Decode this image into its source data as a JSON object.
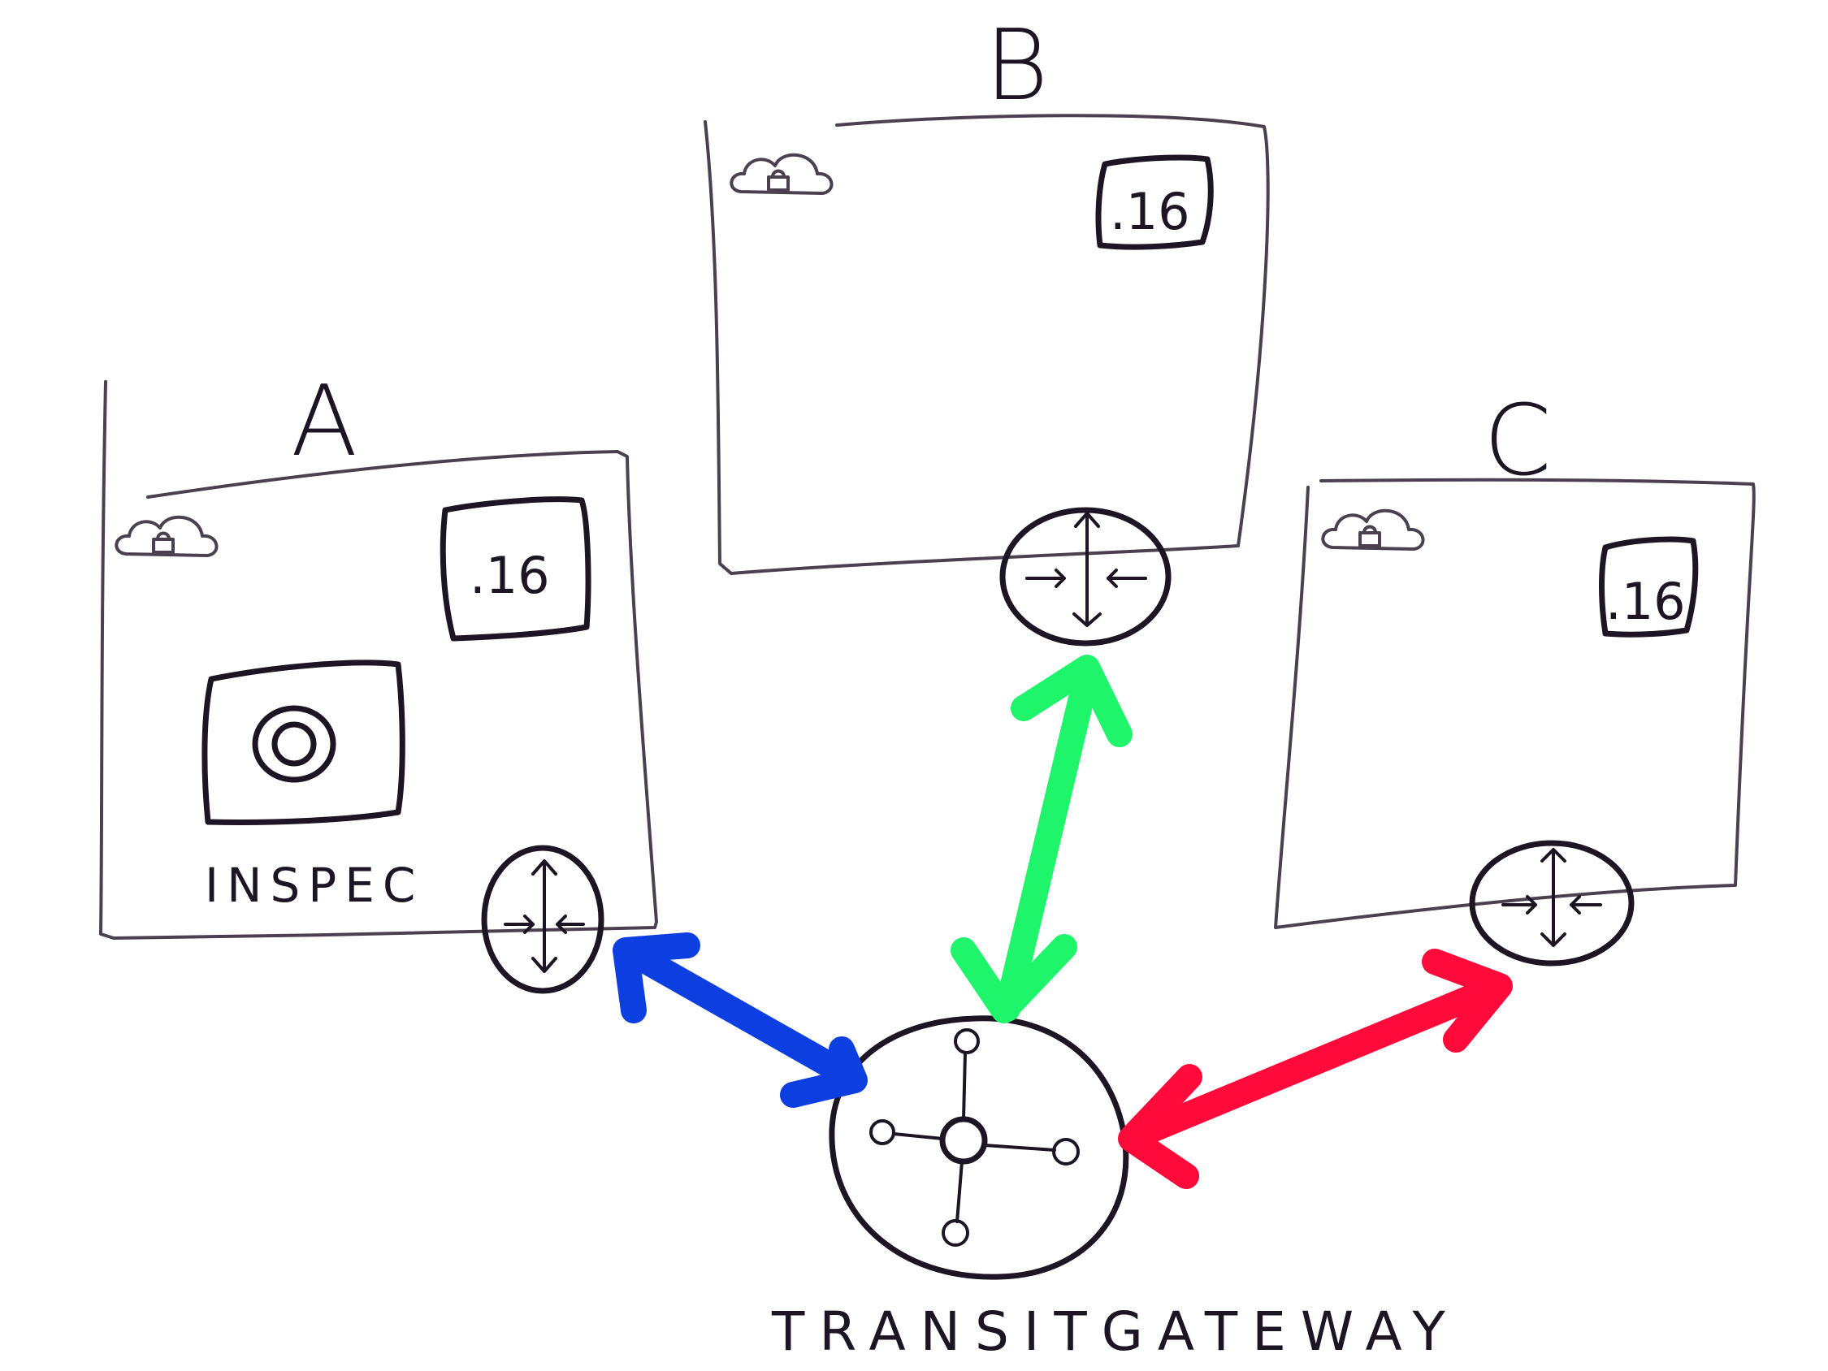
{
  "diagram": {
    "vpcs": [
      {
        "id": "a",
        "label": "A",
        "cidr": ".16",
        "extra_label": "INSPEC"
      },
      {
        "id": "b",
        "label": "B",
        "cidr": ".16"
      },
      {
        "id": "c",
        "label": "C",
        "cidr": ".16"
      }
    ],
    "hub": {
      "label": "TRANSITGATEWAY"
    },
    "links": [
      {
        "from": "a",
        "to": "hub",
        "color": "#0d3fe0"
      },
      {
        "from": "b",
        "to": "hub",
        "color": "#1ef56a"
      },
      {
        "from": "c",
        "to": "hub",
        "color": "#ff0a3a"
      }
    ],
    "icons": [
      "cloud-lock-icon",
      "subnet-box-icon",
      "inspection-appliance-icon",
      "vpc-router-icon",
      "transit-gateway-hub-icon"
    ]
  }
}
